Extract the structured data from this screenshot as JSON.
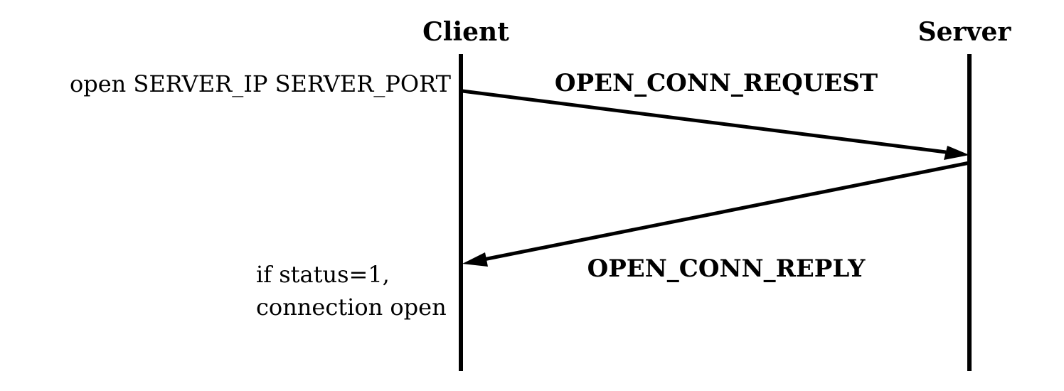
{
  "actors": {
    "client": "Client",
    "server": "Server"
  },
  "messages": [
    {
      "label": "OPEN_CONN_REQUEST",
      "from": "client",
      "to": "server"
    },
    {
      "label": "OPEN_CONN_REPLY",
      "from": "server",
      "to": "client"
    }
  ],
  "notes": {
    "client_command": "open SERVER_IP SERVER_PORT",
    "client_result_line1": "if status=1,",
    "client_result_line2": "connection open"
  },
  "colors": {
    "line": "#000000",
    "background": "#ffffff"
  }
}
